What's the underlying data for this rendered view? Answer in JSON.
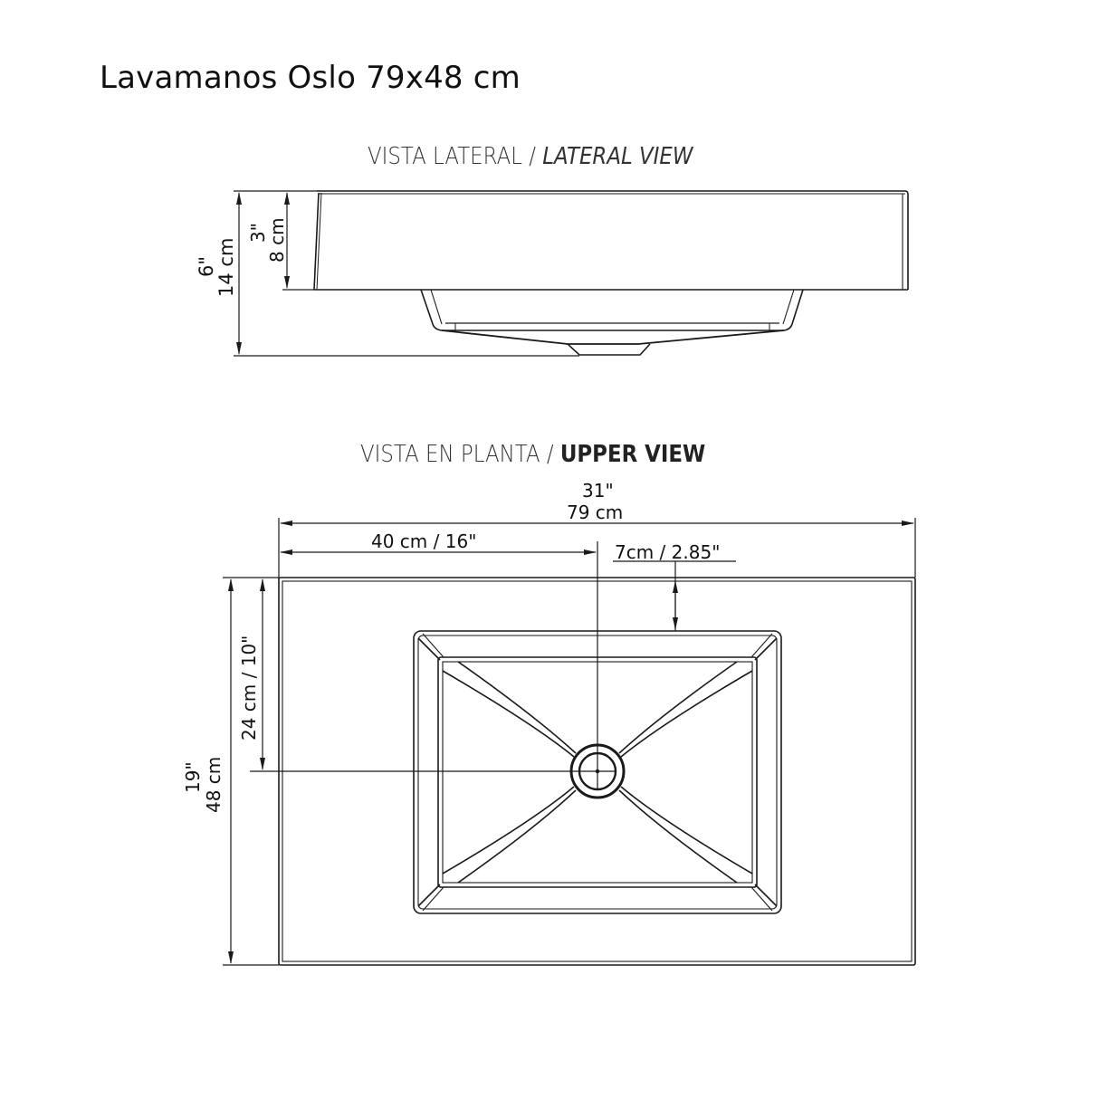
{
  "title": "Lavamanos Oslo 79x48 cm",
  "lateral_view": {
    "title_es": "VISTA LATERAL / ",
    "title_en": "LATERAL VIEW",
    "dims": {
      "total_height_in": "6\"",
      "total_height_cm": "14 cm",
      "rim_height_in": "3\"",
      "rim_height_cm": "8 cm"
    }
  },
  "upper_view": {
    "title_es": "VISTA EN PLANTA / ",
    "title_en": "UPPER VIEW",
    "dims": {
      "width_in": "31\"",
      "width_cm": "79 cm",
      "drain_offset_x": "40 cm / 16\"",
      "basin_offset_top": "7cm / 2.85\"",
      "drain_offset_y": "24 cm / 10\"",
      "depth_in": "19\"",
      "depth_cm": "48 cm"
    }
  },
  "colors": {
    "line": "#1a1a1a",
    "background": "#ffffff"
  }
}
